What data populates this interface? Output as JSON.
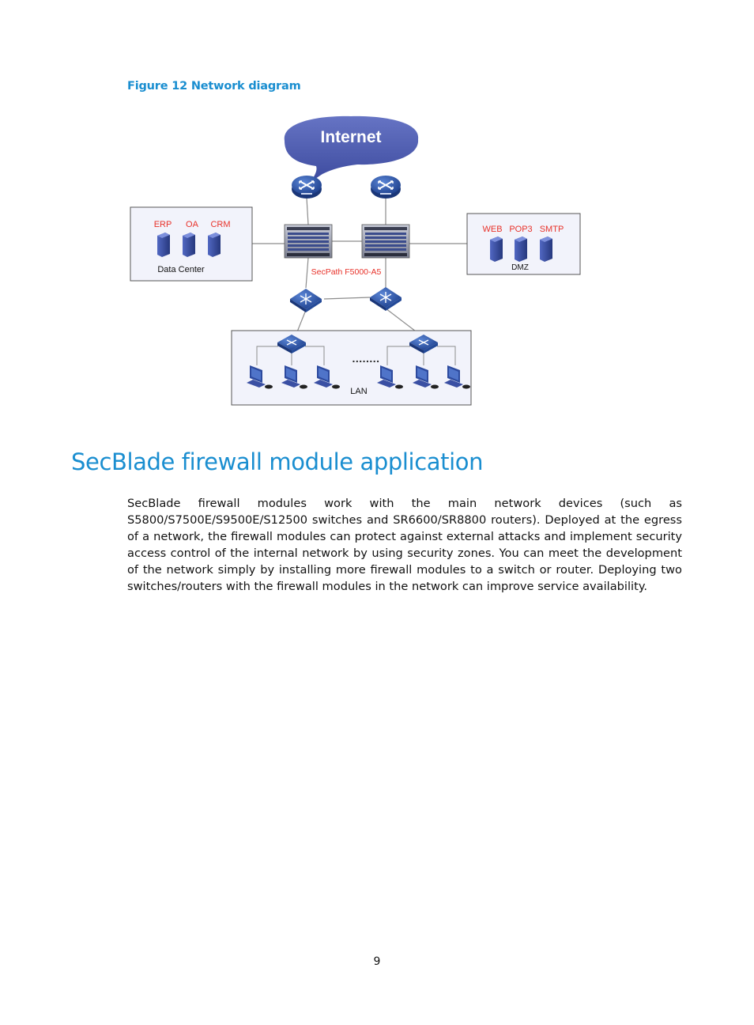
{
  "figure": {
    "caption": "Figure 12 Network diagram",
    "cloud_label": "Internet",
    "router1_label": "",
    "router2_label": "",
    "data_center": {
      "title": "Data Center",
      "apps": [
        "ERP",
        "OA",
        "CRM"
      ]
    },
    "dmz": {
      "title": "DMZ",
      "services": [
        "WEB",
        "POP3",
        "SMTP"
      ]
    },
    "firewall_label": "SecPath F5000-A5",
    "lan": {
      "title": "LAN",
      "dots": "........"
    },
    "colors": {
      "cloud": "#4a5bb0",
      "device_blue": "#2f57a8",
      "server": "#3a4fa3",
      "red_label": "#e8322a",
      "zone_bg": "#f2f3fb"
    }
  },
  "section": {
    "title": "SecBlade firewall module application",
    "paragraph": "SecBlade firewall modules work with the main network devices (such as S5800/S7500E/S9500E/S12500 switches and SR6600/SR8800 routers). Deployed at the egress of a network, the firewall modules can protect against external attacks and implement security access control of the internal network by using security zones. You can meet the development of the network simply by installing more firewall modules to a switch or router. Deploying two switches/routers with the firewall modules in the network can improve service availability."
  },
  "page": {
    "number": "9"
  }
}
